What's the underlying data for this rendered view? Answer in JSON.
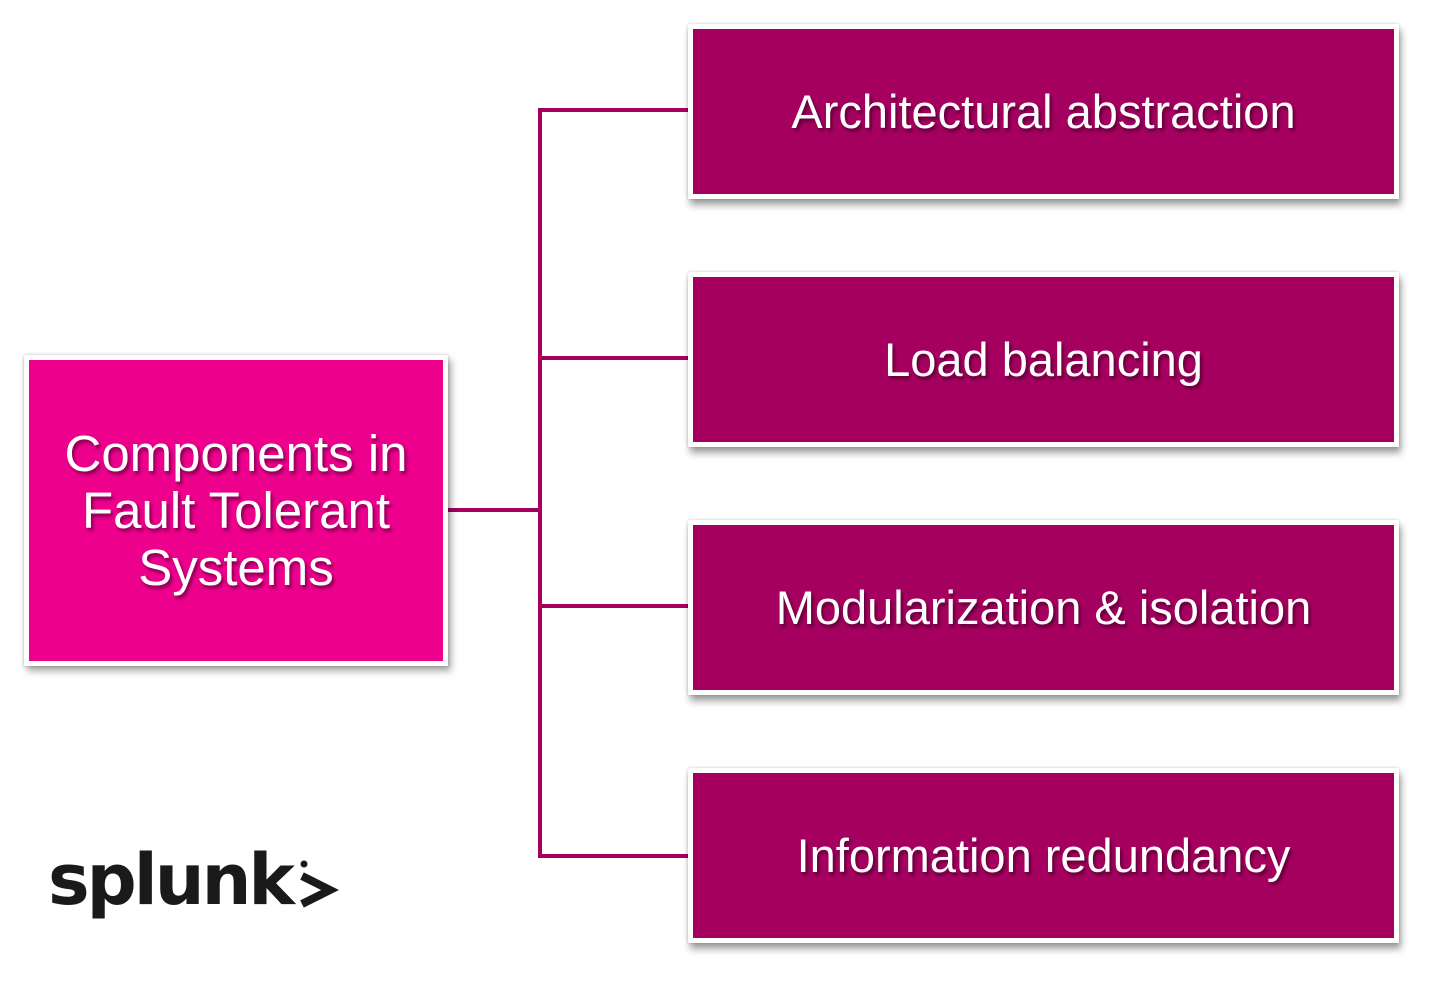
{
  "diagram": {
    "root": {
      "label": "Components in Fault Tolerant Systems"
    },
    "children": [
      {
        "label": "Architectural abstraction"
      },
      {
        "label": "Load balancing"
      },
      {
        "label": "Modularization & isolation"
      },
      {
        "label": "Information redundancy"
      }
    ]
  },
  "logo": {
    "text": "splunk"
  },
  "colors": {
    "root_fill": "#ec008c",
    "child_fill": "#a5005f",
    "connector": "#a5005f",
    "border": "#ffffff",
    "text": "#ffffff",
    "logo_text": "#1a1a1a"
  }
}
